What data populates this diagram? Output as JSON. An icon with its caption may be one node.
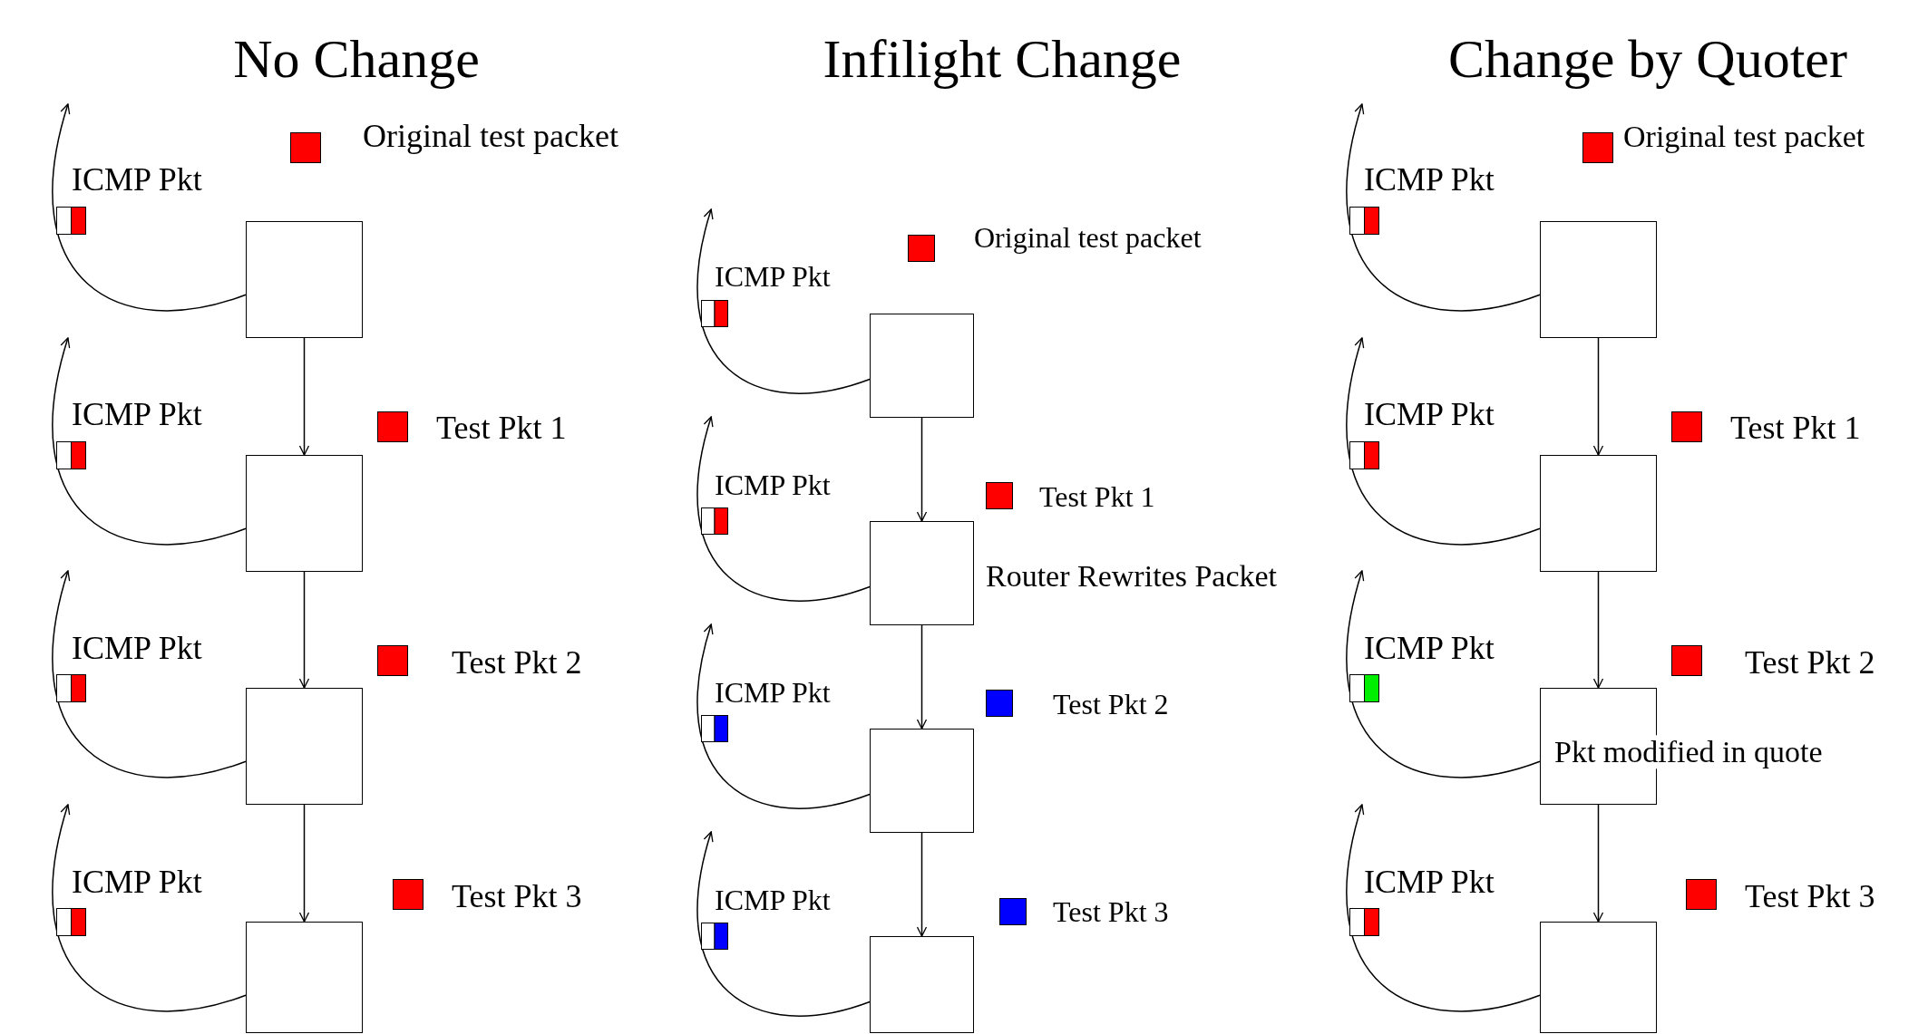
{
  "diagram": {
    "nodes": [
      {
        "text": [],
        "shape": "box"
      },
      {
        "text": [],
        "shape": "box"
      },
      {
        "text": [],
        "shape": "box"
      },
      {
        "text": [],
        "shape": "box"
      },
      {
        "text": [],
        "shape": "box"
      },
      {
        "text": [],
        "shape": "box",
        "beside": [
          "Router Rewrites Packet"
        ]
      },
      {
        "text": [],
        "shape": "box"
      },
      {
        "text": [],
        "shape": "box"
      },
      {
        "text": [],
        "shape": "box"
      },
      {
        "text": [],
        "shape": "box"
      },
      {
        "text": [],
        "shape": "box",
        "beside": [
          "Pkt modified in quote"
        ]
      },
      {
        "text": [],
        "shape": "box"
      }
    ],
    "edges": [
      {
        "from": 0,
        "to": null,
        "arrow": "to"
      },
      {
        "from": 0,
        "to": 1,
        "arrow": "to"
      },
      {
        "from": 1,
        "to": null,
        "arrow": "to"
      },
      {
        "from": 1,
        "to": 2,
        "arrow": "to"
      },
      {
        "from": 2,
        "to": null,
        "arrow": "to"
      },
      {
        "from": 2,
        "to": 3,
        "arrow": "to"
      },
      {
        "from": 3,
        "to": null,
        "arrow": "to"
      },
      {
        "from": 4,
        "to": null,
        "arrow": "to"
      },
      {
        "from": 4,
        "to": 5,
        "arrow": "to"
      },
      {
        "from": 5,
        "to": null,
        "arrow": "to"
      },
      {
        "from": 5,
        "to": 6,
        "arrow": "to"
      },
      {
        "from": 6,
        "to": null,
        "arrow": "to"
      },
      {
        "from": 6,
        "to": 7,
        "arrow": "to"
      },
      {
        "from": 7,
        "to": null,
        "arrow": "to"
      },
      {
        "from": 8,
        "to": null,
        "arrow": "to"
      },
      {
        "from": 8,
        "to": 9,
        "arrow": "to"
      },
      {
        "from": 9,
        "to": null,
        "arrow": "to"
      },
      {
        "from": 9,
        "to": 10,
        "arrow": "to"
      },
      {
        "from": 10,
        "to": null,
        "arrow": "to"
      },
      {
        "from": 10,
        "to": 11,
        "arrow": "to"
      },
      {
        "from": 11,
        "to": null,
        "arrow": "to"
      }
    ],
    "labels": [
      "No Change",
      "Original test packet",
      "ICMP Pkt",
      "ICMP Pkt",
      "Test Pkt 1",
      "ICMP Pkt",
      "Test Pkt 2",
      "ICMP Pkt",
      "Test Pkt 3",
      "Infilight Change",
      "Original test packet",
      "ICMP Pkt",
      "ICMP Pkt",
      "Test Pkt 1",
      "ICMP Pkt",
      "Test Pkt 2",
      "ICMP Pkt",
      "Test Pkt 3",
      "Change by Quoter",
      "Original test packet",
      "ICMP Pkt",
      "ICMP Pkt",
      "Test Pkt 1",
      "ICMP Pkt",
      "Test Pkt 2",
      "ICMP Pkt",
      "Test Pkt 3"
    ]
  }
}
